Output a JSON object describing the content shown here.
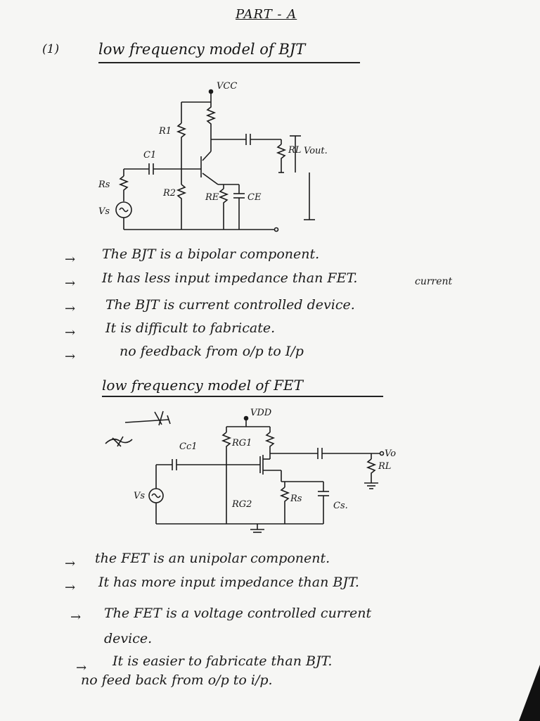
{
  "title": "PART - A",
  "question_number": "(1)",
  "sections": [
    {
      "heading": "low frequency model of BJT",
      "circuit_labels": [
        "VCC",
        "R1",
        "C1",
        "RL",
        "Vout.",
        "Rs",
        "R2",
        "RE",
        "CE",
        "Vs"
      ],
      "points": [
        "The BJT is a bipolar component.",
        "It has less input impedance than FET.",
        "The BJT is current controlled device.",
        "It is difficult to fabricate.",
        "no feedback from o/p to I/p"
      ],
      "points_insert": "current"
    },
    {
      "heading": "low frequency model of FET",
      "circuit_labels": [
        "VDD",
        "Cc1",
        "RG1",
        "Vo",
        "RL",
        "Vs",
        "RG2",
        "Rs",
        "Cs."
      ],
      "points": [
        "the FET is an unipolar component.",
        "It has more input impedance than BJT.",
        "The FET is a voltage controlled current",
        "device.",
        "It is easier to fabricate than BJT.",
        "no feed back from o/p to i/p."
      ]
    }
  ]
}
